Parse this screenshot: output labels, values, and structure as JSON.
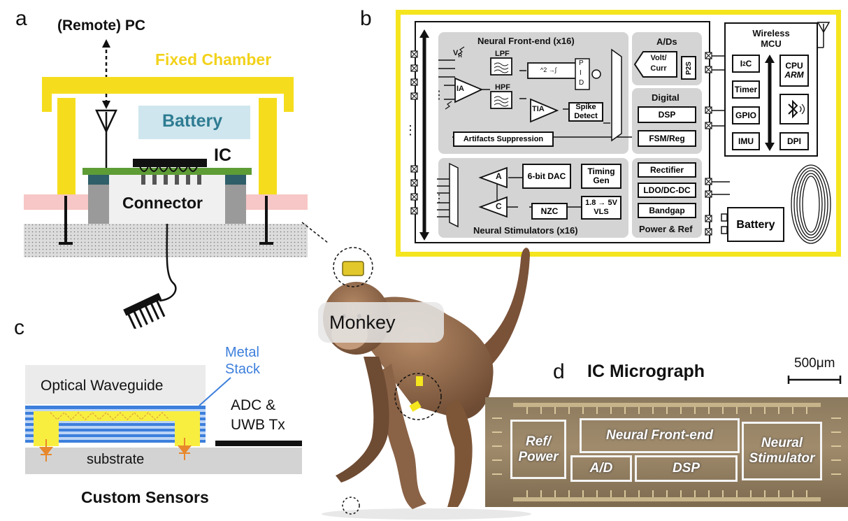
{
  "panel_a": {
    "letter": "a",
    "remote_pc": "(Remote) PC",
    "fixed_chamber": "Fixed Chamber",
    "battery": "Battery",
    "ic": "IC",
    "connector": "Connector"
  },
  "panel_b": {
    "letter": "b",
    "front_end": {
      "title": "Neural Front-end (x16)",
      "vr": "V",
      "vr_sub": "R",
      "lpf": "LPF",
      "hpf": "HPF",
      "ia": "IA",
      "tia": "TIA",
      "energy": "^2 →∫",
      "p": "P",
      "i": "I",
      "d": "D",
      "spike_detect": "Spike Detect",
      "artifacts": "Artifacts Suppression"
    },
    "adcs": {
      "title": "A/Ds",
      "volt_curr": "Volt/ Curr",
      "p2s": "P2S"
    },
    "digital": {
      "title": "Digital",
      "dsp": "DSP",
      "fsm": "FSM/Reg"
    },
    "stim": {
      "title": "Neural Stimulators (x16)",
      "a": "A",
      "c": "C",
      "dac": "6-bit DAC",
      "timing": "Timing Gen",
      "nzc": "NZC",
      "vls": "1.8 → 5V VLS"
    },
    "power": {
      "title": "Power & Ref",
      "rectifier": "Rectifier",
      "ldo": "LDO/DC-DC",
      "bandgap": "Bandgap"
    },
    "mcu": {
      "title": "Wireless MCU",
      "i2c": "I",
      "i2c_sup": "2",
      "i2c_tail": "C",
      "cpu": "CPU",
      "arm": "ARM",
      "timer": "Timer",
      "gpio": "GPIO",
      "imu": "IMU",
      "dpi": "DPI"
    },
    "battery": "Battery",
    "dots": "⋮"
  },
  "panel_c": {
    "letter": "c",
    "metal_stack": "Metal Stack",
    "waveguide": "Optical Waveguide",
    "adc_uwb": "ADC & UWB Tx",
    "substrate": "substrate",
    "custom_sensors": "Custom Sensors"
  },
  "monkey_label": "Monkey",
  "panel_d": {
    "letter": "d",
    "title": "IC Micrograph",
    "scale": "500μm",
    "ref_power": "Ref/ Power",
    "front_end": "Neural Front-end",
    "ad": "A/D",
    "dsp": "DSP",
    "stimulator": "Neural Stimulator"
  },
  "colors": {
    "chamber_yellow": "#f5dd1e",
    "battery_blue": "#cfe6ee",
    "battery_text": "#2e7c92",
    "pcb_green": "#5e9c36",
    "metal_blue": "#3d7fdc",
    "pink_band": "#f7c6c6"
  }
}
